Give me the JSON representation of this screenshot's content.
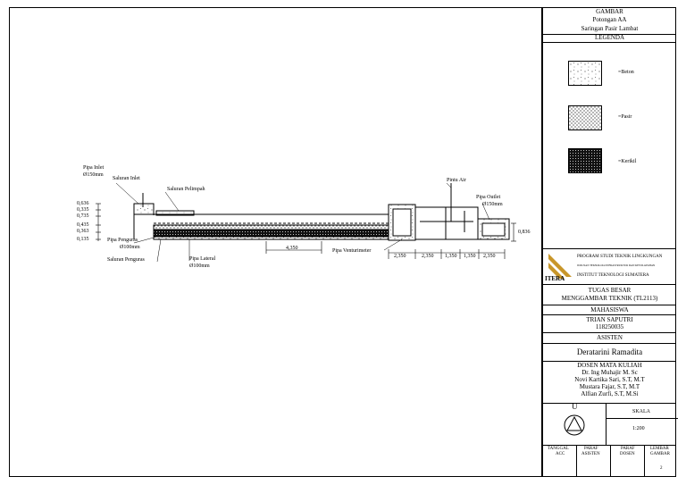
{
  "title_block": {
    "gambar": "GAMBAR",
    "potongan": "Potongan AA",
    "subject": "Saringan Pasir Lambat",
    "legenda": "LEGENDA",
    "legend": [
      {
        "label": "=Beton",
        "pattern": "beton"
      },
      {
        "label": "=Pasir",
        "pattern": "pasir"
      },
      {
        "label": "=Kerikil",
        "pattern": "kerikil"
      }
    ],
    "prodi": "PROGRAM STUDI TEKNIK LINGKUNGAN",
    "jurusan": "JURUSAN TEKNOLOGI INFRASTRUKTUR DAN KEWILAYAHAN",
    "institut": "INSTITUT TEKNOLOGI SUMATERA",
    "logo_text": "ITERA",
    "tugas_besar": "TUGAS BESAR",
    "course": "MENGGAMBAR TEKNIK (TL2113)",
    "mahasiswa_label": "MAHASISWA",
    "mahasiswa_name": "TRIAN SAPUTRI",
    "mahasiswa_nim": "118250035",
    "asisten_label": "ASISTEN",
    "asisten_name": "Deratarini Ramadita",
    "dosen_label": "DOSEN MATA KULIAH",
    "dosen": [
      "Dr. Ing Muhajir M. Sc",
      "Novi Kartika Sari, S.T, M.T",
      "Mustara Fajar, S.T, M.T",
      "Alfian Zurfi, S.T, M.Si"
    ],
    "north": "U",
    "skala_label": "SKALA",
    "skala_value": "1:200",
    "tanggal_acc": [
      "TANGGAL",
      "ACC"
    ],
    "paraf_asisten": [
      "PARAF",
      "ASISTEN"
    ],
    "paraf_dosen": [
      "PARAF",
      "DOSEN"
    ],
    "lembar_gambar": [
      "LEMBAR",
      "GAMBAR"
    ],
    "lembar_no": "2"
  },
  "drawing": {
    "labels": {
      "pipa_inlet": "Pipa Inlet",
      "pipa_inlet_d": "Ø150mm",
      "saluran_inlet": "Saluran Inlet",
      "saluran_pelimpah": "Saluran Pelimpah",
      "pintu_air": "Pintu Air",
      "pipa_outlet": "Pipa Outlet",
      "pipa_outlet_d": "Ø150mm",
      "pipa_penguras": "Pipa Penguras",
      "pipa_penguras_d": "Ø100mm",
      "saluran_penguras": "Saluran Penguras",
      "pipa_lateral": "Pipa Lateral",
      "pipa_lateral_d": "Ø100mm",
      "pipa_venturimeter": "Pipa Venturimeter"
    },
    "elevations": [
      "0,636",
      "0,335",
      "0,735",
      "0,435",
      "0,363",
      "0,135"
    ],
    "dim_left": "4,350",
    "dims_bottom": [
      "2,350",
      "2,350",
      "1,350",
      "1,350",
      "2,350"
    ],
    "dim_right": "0,836"
  }
}
